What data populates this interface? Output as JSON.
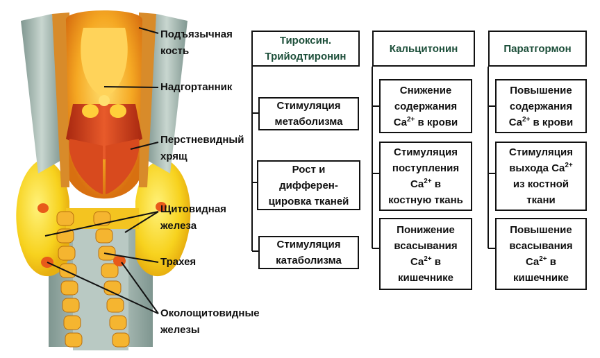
{
  "labels": {
    "hyoid": [
      "Подъязычная",
      "кость"
    ],
    "epiglottis": "Надгортанник",
    "cricoid": [
      "Перстневидный",
      "хрящ"
    ],
    "thyroid": [
      "Щитовидная",
      "железа"
    ],
    "trachea": "Трахея",
    "parathyroid": [
      "Околощитовидные",
      "железы"
    ]
  },
  "columns": {
    "thyroxine": {
      "title": [
        "Тироксин.",
        "Трийодтиронин"
      ],
      "effects": [
        [
          "Стимуляция",
          "метаболизма"
        ],
        [
          "Рост и",
          "дифферен-",
          "цировка тканей"
        ],
        [
          "Стимуляция",
          "катаболизма"
        ]
      ]
    },
    "calcitonin": {
      "title": "Кальцитонин",
      "effects": [
        {
          "lines": [
            "Снижение",
            "содержания"
          ],
          "ca": "Ca",
          "sup": "2+",
          "after": " в крови"
        },
        {
          "lines": [
            "Стимуляция",
            "поступления"
          ],
          "ca": "Ca",
          "sup": "2+",
          "after": " в",
          "extra": "костную ткань"
        },
        {
          "lines": [
            "Понижение",
            "всасывания"
          ],
          "ca": "Ca",
          "sup": "2+",
          "after": " в",
          "extra": "кишечнике"
        }
      ]
    },
    "parathormone": {
      "title": "Паратгормон",
      "effects": [
        {
          "lines": [
            "Повышение",
            "содержания"
          ],
          "ca": "Ca",
          "sup": "2+",
          "after": " в крови"
        },
        {
          "lines": [
            "Стимуляция"
          ],
          "pre": "выхода ",
          "ca": "Ca",
          "sup": "2+",
          "extra": "из костной",
          "extra2": "ткани"
        },
        {
          "lines": [
            "Повышение",
            "всасывания"
          ],
          "ca": "Ca",
          "sup": "2+",
          "after": " в",
          "extra": "кишечнике"
        }
      ]
    }
  },
  "colors": {
    "header_text": "#1d4f3a",
    "organ_orange": "#f0a020",
    "organ_red": "#d8401c",
    "thyroid_yellow": "#f7d21e",
    "trachea_ring": "#f5b530",
    "muscle_gray": "#9ab0a8"
  }
}
